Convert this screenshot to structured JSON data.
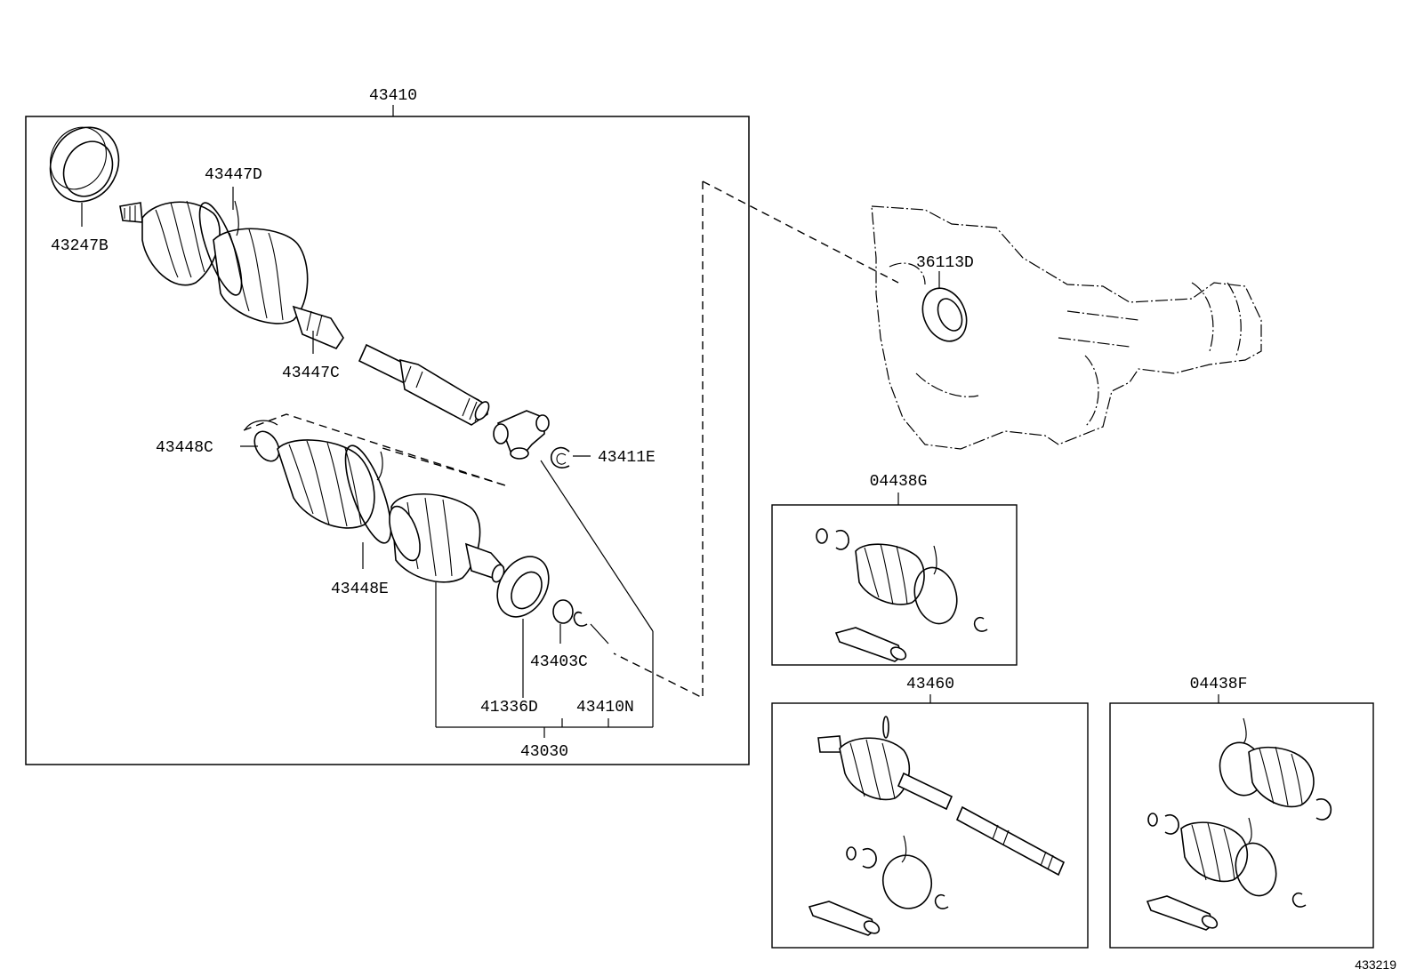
{
  "diagram_id": "433219",
  "groups": {
    "main_assembly": "43410",
    "boot_kit_inboard": "04438G",
    "boot_kit_outboard": "04438F",
    "outboard_joint_assembly": "43460"
  },
  "labels": {
    "oil_seal": "43247B",
    "boot_clamp_outboard_large": "43447D",
    "boot_clamp_outboard_small": "43447C",
    "boot_clamp_inboard_small": "43448C",
    "boot_clamp_inboard_large": "43448E",
    "snap_ring": "43411E",
    "transaxle_oil_seal": "36113D",
    "dust_deflector": "41336D",
    "o_ring": "43403C",
    "hole_snap_ring": "43410N",
    "inboard_joint_assembly": "43030"
  }
}
